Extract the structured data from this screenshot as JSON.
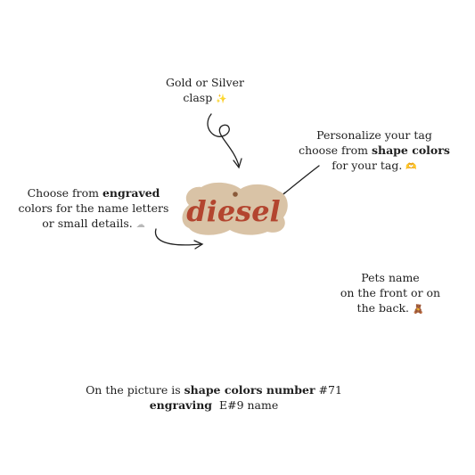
{
  "clasp": {
    "line1": "Gold or Silver",
    "line2": "clasp",
    "icon": "sparkles-icon"
  },
  "shape": {
    "line1": "Personalize your tag",
    "line2_pre": "choose from ",
    "line2_bold": "shape colors",
    "line3": "for your tag.",
    "icon": "heart-hands-icon"
  },
  "engraved": {
    "line1_pre": "Choose from ",
    "line1_bold": "engraved",
    "line2": "colors for the name letters",
    "line3": "or small details.",
    "icon": "cloud-icon"
  },
  "pets": {
    "line1": "Pets name",
    "line2": "on the front or on",
    "line3": "the back.",
    "icon": "teddy-bear-icon"
  },
  "bottom": {
    "line1_pre": "On the picture is ",
    "line1_bold": "shape colors number",
    "line1_post": " #71",
    "line2_bold": "engraving",
    "line2_post": "  E#9 name"
  },
  "tag": {
    "name": "diesel",
    "shape_color": "#d9c3a6",
    "letter_color": "#b3452f",
    "clasp_color": "#8a5a3a"
  }
}
